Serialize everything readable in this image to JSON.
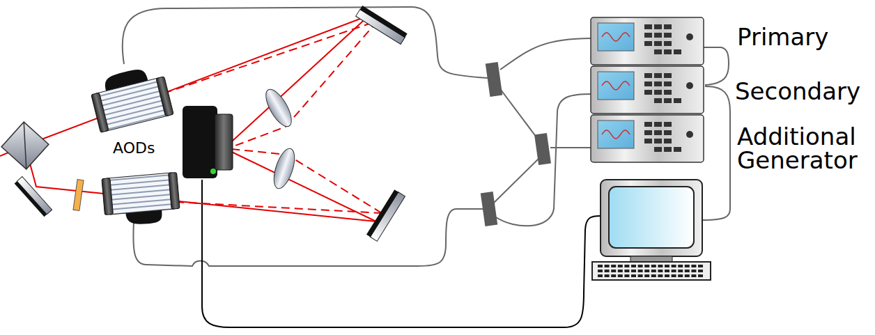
{
  "diagram": {
    "labels": [
      "AODs",
      "Primary",
      "Secondary",
      "Additional Generator"
    ]
  }
}
